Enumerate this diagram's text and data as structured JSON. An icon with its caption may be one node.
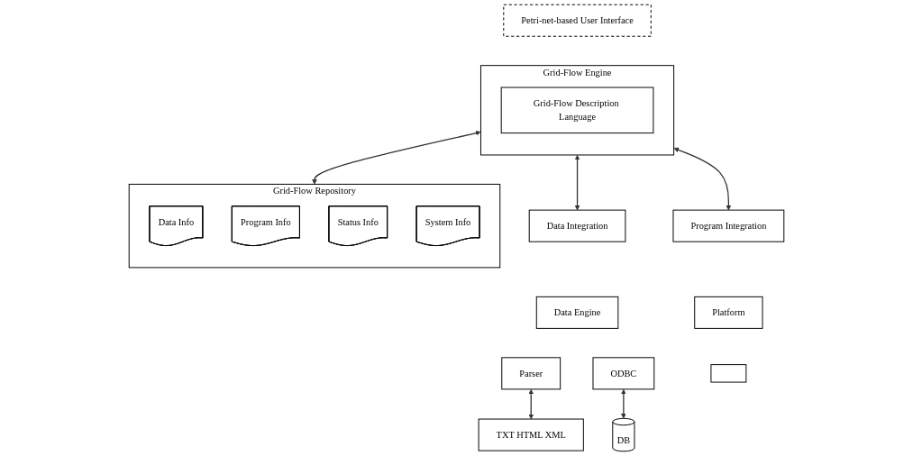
{
  "diagram": {
    "nodes": [
      {
        "text": [
          "Petri-net-based User Interface"
        ]
      },
      {
        "text": [
          "Grid-Flow Engine"
        ]
      },
      {
        "text": [
          "Grid-Flow Description Language"
        ],
        "in": 1
      },
      {
        "text": [
          "Grid-Flow Repository"
        ]
      },
      {
        "text": [
          "Data Info"
        ],
        "in": 3
      },
      {
        "text": [
          "Program Info"
        ],
        "in": 3
      },
      {
        "text": [
          "Status Info"
        ],
        "in": 3
      },
      {
        "text": [
          "System Info"
        ],
        "in": 3
      },
      {
        "text": [
          "Data Integration"
        ]
      },
      {
        "text": [
          "Data Engine"
        ]
      },
      {
        "text": [
          "Parser"
        ]
      },
      {
        "text": [
          "ODBC"
        ]
      },
      {
        "text": [
          "TXT HTML XML"
        ]
      },
      {
        "text": [
          "DB"
        ]
      },
      {
        "text": [
          "Program Integration"
        ]
      },
      {
        "text": [
          "Platform"
        ]
      },
      {
        "text": [],
        "shape": "box"
      }
    ],
    "edges": [
      {
        "from": 1,
        "to": 3,
        "arrow": "both"
      },
      {
        "from": 1,
        "to": 8,
        "arrow": "both"
      },
      {
        "from": 1,
        "to": 14,
        "arrow": "both"
      },
      {
        "from": 10,
        "to": 12,
        "arrow": "both"
      },
      {
        "from": 11,
        "to": 13,
        "arrow": "both"
      }
    ]
  }
}
